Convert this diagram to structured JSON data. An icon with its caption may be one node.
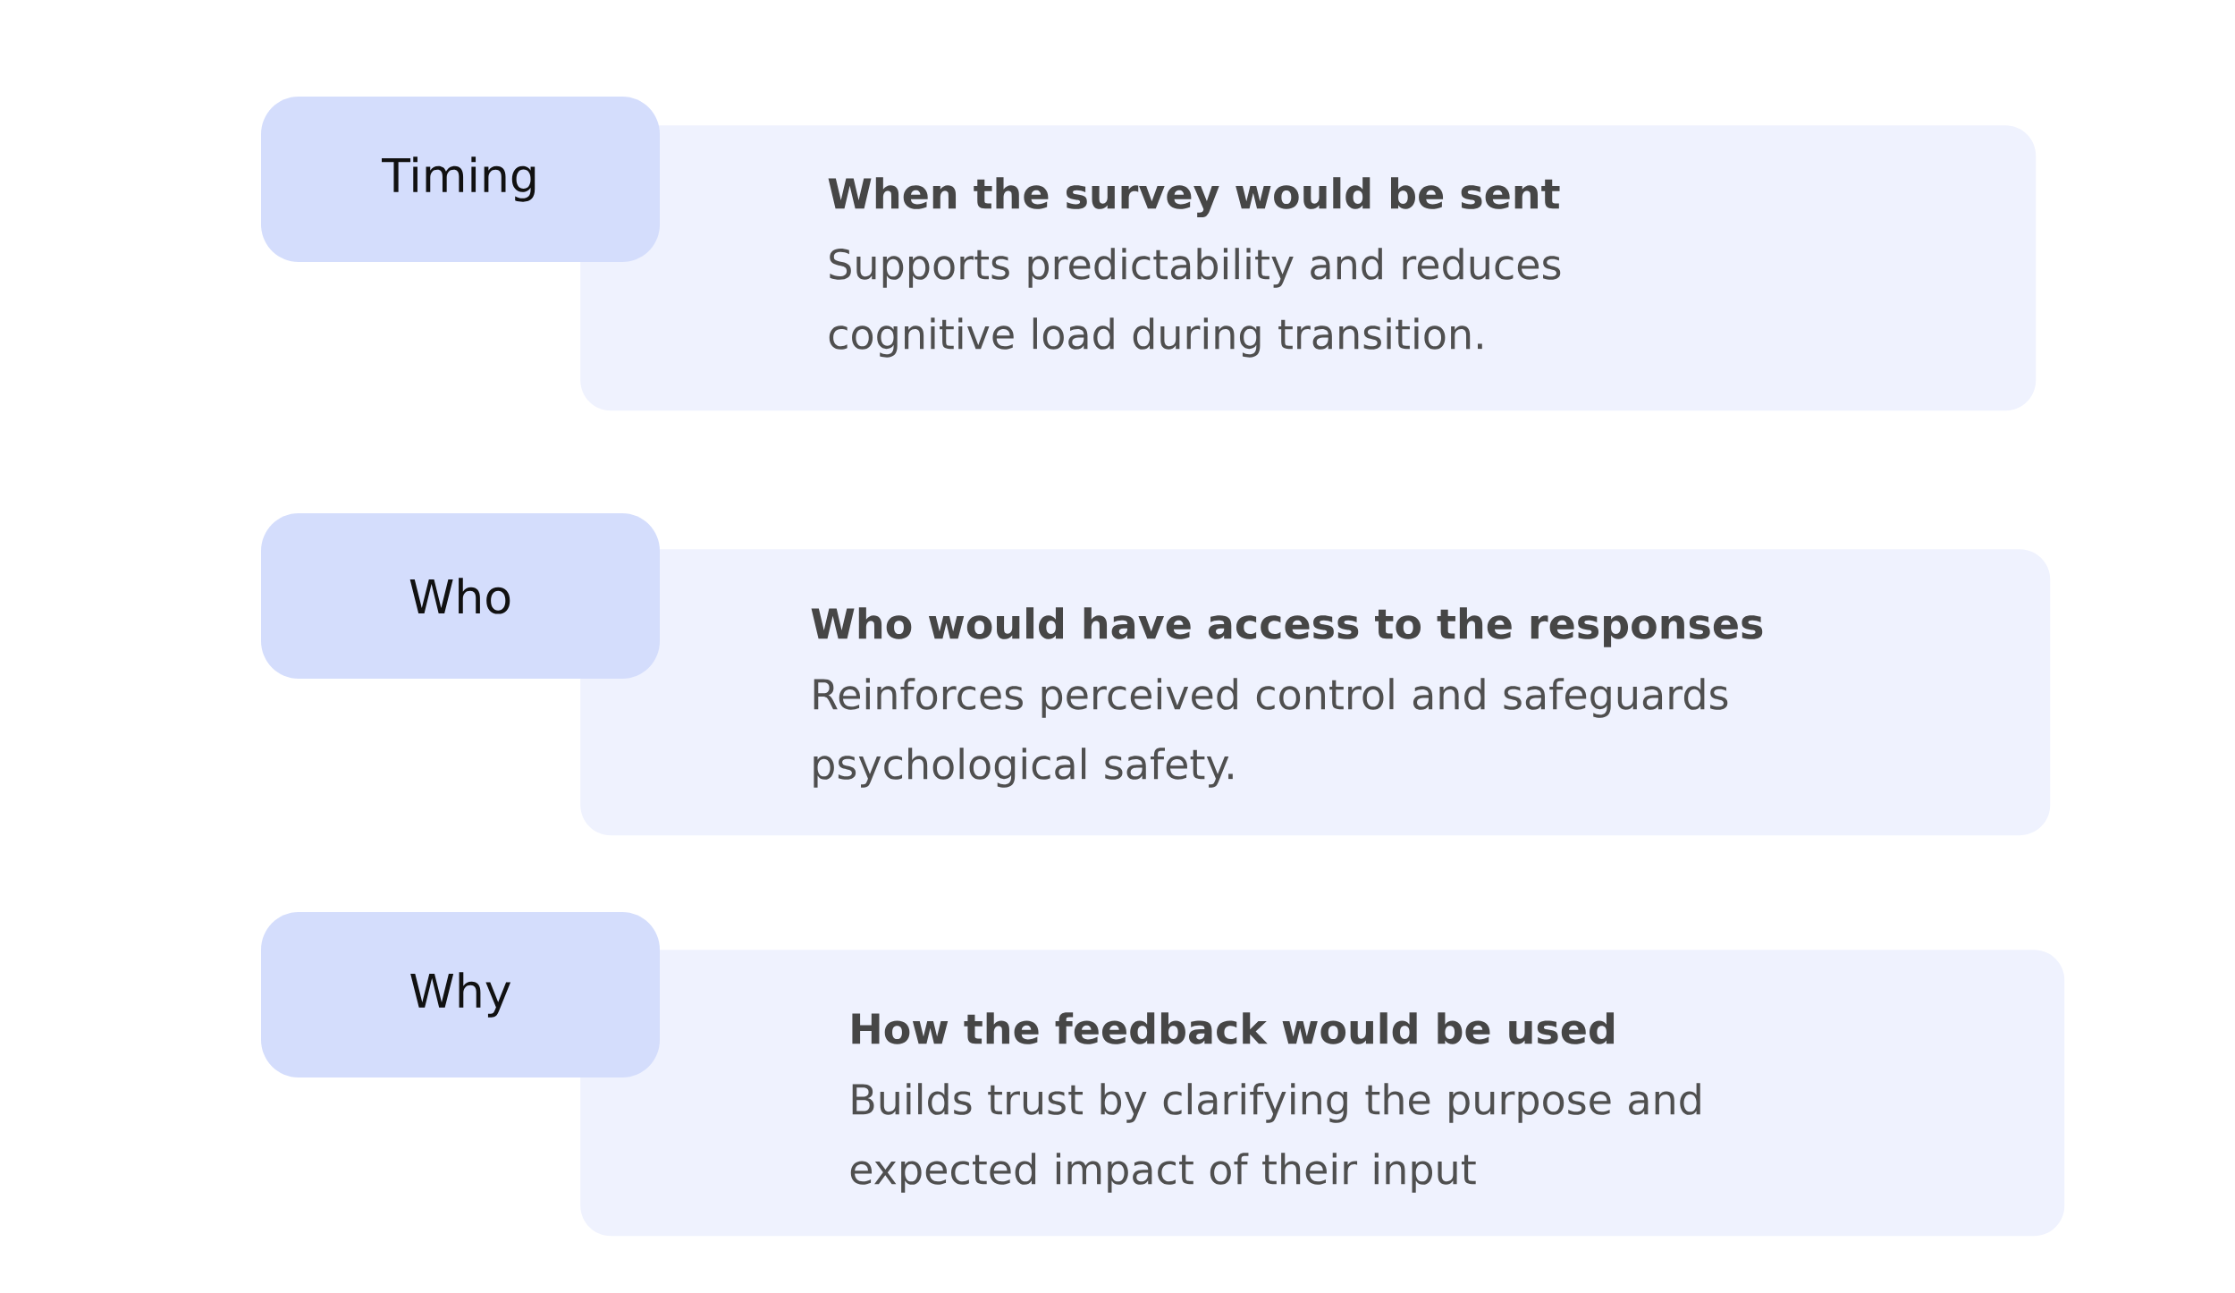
{
  "diagram": {
    "nodes": [
      {
        "text": [
          "Timing"
        ]
      },
      {
        "text": [
          "When the survey would be sent",
          "Supports predictability and reduces cognitive load during transition."
        ]
      },
      {
        "text": [
          "Who"
        ]
      },
      {
        "text": [
          "Who would have access to the responses",
          "Reinforces perceived control and safeguards psychological safety."
        ]
      },
      {
        "text": [
          "Why"
        ]
      },
      {
        "text": [
          "How the feedback would be used",
          "Builds trust by clarifying the purpose and expected impact of their input"
        ]
      }
    ]
  }
}
